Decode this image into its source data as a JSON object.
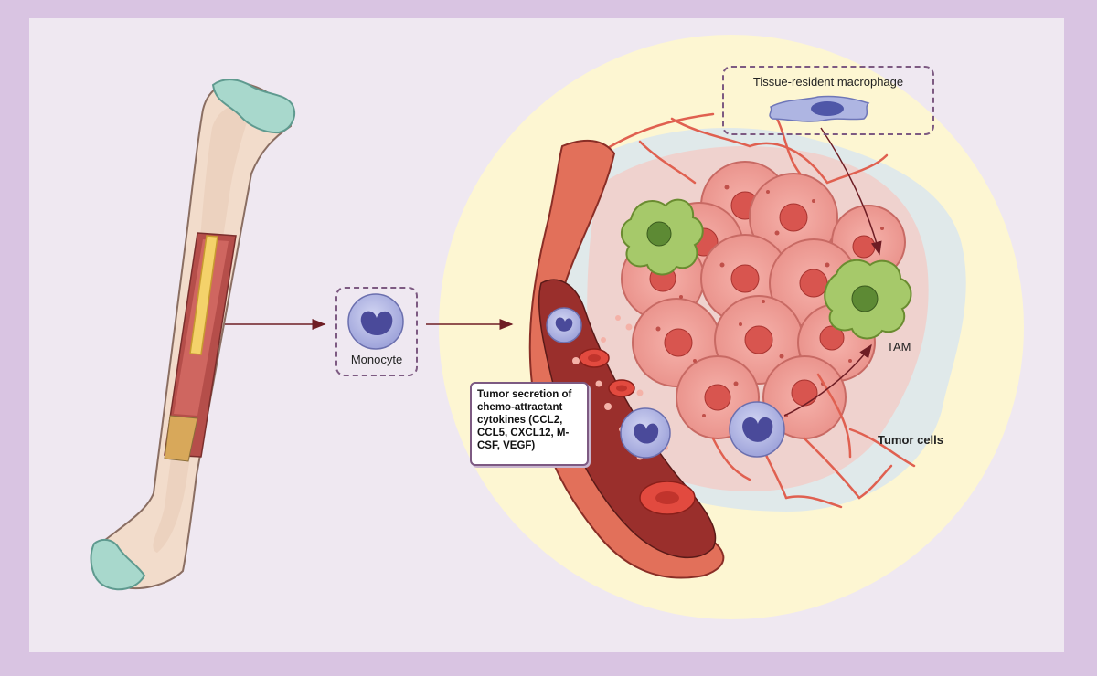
{
  "labels": {
    "monocyte": "Monocyte",
    "tissue_resident_macrophage": "Tissue-resident macrophage",
    "tam": "TAM",
    "tumor_cells": "Tumor cells",
    "secretion": "Tumor secretion of chemo-attractant cytokines (CCL2, CCL5, CXCL12, M-CSF, VEGF)"
  },
  "colors": {
    "background_frame": "#d9c4e2",
    "panel": "#efe8f1",
    "tumor_zone": "#fdf6d2",
    "bone": "#f2dccb",
    "cartilage": "#a8d8cc",
    "marrow": "#c85a55",
    "vessel": "#e2705a",
    "tumor_cell": "#ef9e98",
    "macrophage": "#a6c96a",
    "monocyte": "#b9bde6",
    "dashed_border": "#7d5a82",
    "arrow": "#6e1d24"
  }
}
